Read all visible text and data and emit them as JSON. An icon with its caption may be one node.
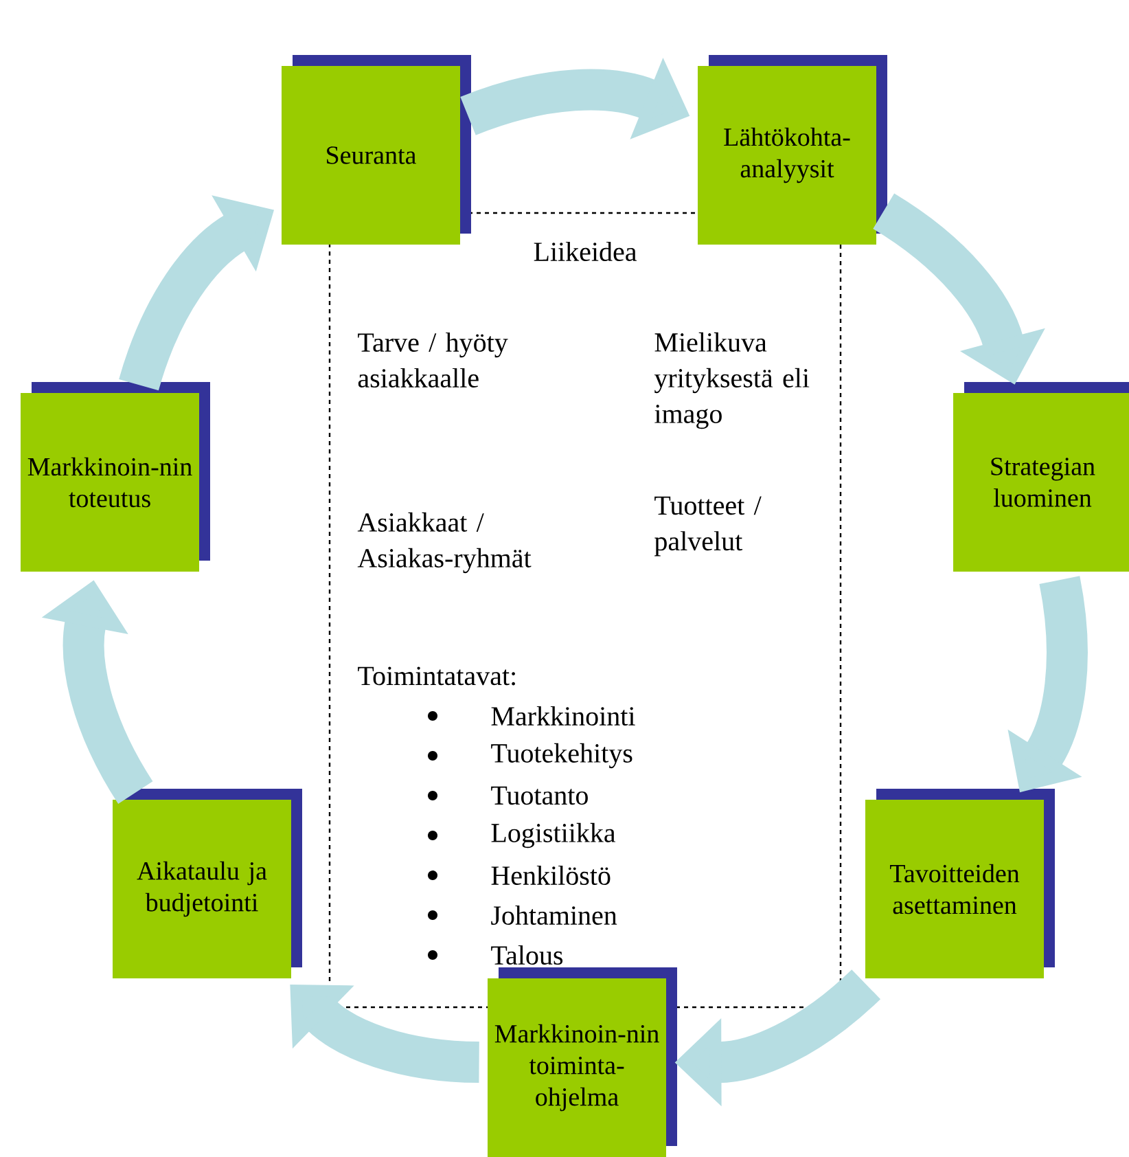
{
  "diagram": {
    "nodes": [
      {
        "text": [
          "Seuranta"
        ]
      },
      {
        "text": [
          "Lähtökohta-analyysit"
        ]
      },
      {
        "text": [
          "Strategian luominen"
        ]
      },
      {
        "text": [
          "Tavoitteiden asettaminen"
        ]
      },
      {
        "text": [
          "Markkinoin-nin toiminta-ohjelma"
        ]
      },
      {
        "text": [
          "Aikataulu ja budjetointi"
        ]
      },
      {
        "text": [
          "Markkinoin-nin toteutus"
        ]
      },
      {
        "text": [
          "Liikeidea",
          "Tarve / hyöty asiakkaalle",
          "Mielikuva yrityksestä eli imago",
          "Asiakkaat / Asiakas-ryhmät",
          "Tuotteet / palvelut",
          "Toimintatavat:",
          "Markkinointi",
          "Tuotekehitys",
          "Tuotanto",
          "Logistiikka",
          "Henkilöstö",
          "Johtaminen",
          "Talous"
        ]
      }
    ],
    "edges": [
      {
        "from": 0,
        "to": 1,
        "arrow": "to"
      },
      {
        "from": 1,
        "to": 2,
        "arrow": "to"
      },
      {
        "from": 2,
        "to": 3,
        "arrow": "to"
      },
      {
        "from": 3,
        "to": 4,
        "arrow": "to"
      },
      {
        "from": 4,
        "to": 5,
        "arrow": "to"
      },
      {
        "from": 5,
        "to": 6,
        "arrow": "to"
      },
      {
        "from": 6,
        "to": 0,
        "arrow": "to"
      }
    ]
  }
}
